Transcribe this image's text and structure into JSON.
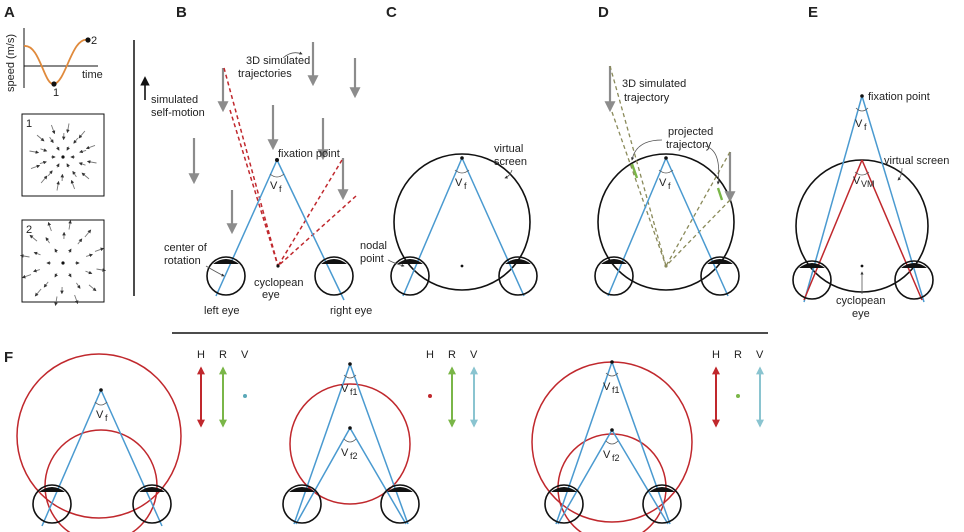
{
  "panels": {
    "A": "A",
    "B": "B",
    "C": "C",
    "D": "D",
    "E": "E",
    "F": "F"
  },
  "panel_a": {
    "ylabel": "speed (m/s)",
    "xlabel": "time",
    "point1": "1",
    "point2": "2",
    "box1": "1",
    "box2": "2"
  },
  "panel_b": {
    "self_motion_1": "simulated",
    "self_motion_2": "self-motion",
    "traj_1": "3D simulated",
    "traj_2": "trajectories",
    "fixation": "fixation point",
    "vf": "V",
    "vf_sub": "f",
    "center_1": "center of",
    "center_2": "rotation",
    "cyclopean_1": "cyclopean",
    "cyclopean_2": "eye",
    "left_eye": "left eye",
    "right_eye": "right eye"
  },
  "panel_c": {
    "screen_1": "virtual",
    "screen_2": "screen",
    "nodal_1": "nodal",
    "nodal_2": "point",
    "vf": "V",
    "vf_sub": "f"
  },
  "panel_d": {
    "traj_1": "3D simulated",
    "traj_2": "trajectory",
    "proj_1": "projected",
    "proj_2": "trajectory",
    "vf": "V",
    "vf_sub": "f"
  },
  "panel_e": {
    "fixation": "fixation point",
    "screen": "virtual screen",
    "vf": "V",
    "vf_sub": "f",
    "vvm": "V",
    "vvm_sub": "VM",
    "cyclopean_1": "cyclopean",
    "cyclopean_2": "eye"
  },
  "panel_f": {
    "vf": "V",
    "vf_sub": "f",
    "vf1": "V",
    "vf1_sub": "f1",
    "vf2": "V",
    "vf2_sub": "f2",
    "h": "H",
    "r": "R",
    "v": "V"
  },
  "colors": {
    "red": "#c0282d",
    "green": "#7ab648",
    "lightblue": "#8ac4d0",
    "blue": "#4a9ad0",
    "gray": "#8c8c8c",
    "orange": "#e08a3c"
  }
}
